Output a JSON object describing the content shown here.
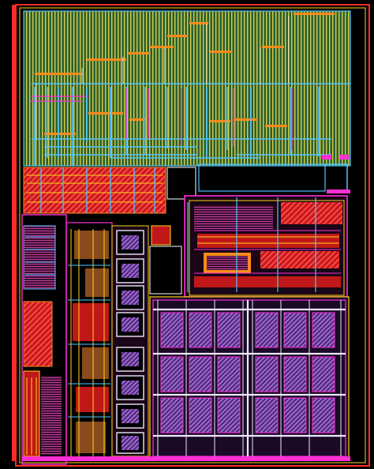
{
  "palette": {
    "background": "#000000",
    "die_outline": "#ff2a2a",
    "metal_green": "#2f6e3a",
    "metal_yellow": "#ffd21a",
    "metal_cyan": "#4fc3ff",
    "metal_red": "#ff2222",
    "metal_magenta": "#ff2fd6",
    "metal_purple": "#7a3cff",
    "metal_orange": "#ff8a1a",
    "metal_white": "#f0e6ff",
    "diffusion_brown": "#8a4b1c"
  },
  "blocks": [
    "top-logic-array",
    "mid-red-band",
    "left-io-column",
    "left-transistor-array",
    "cap-bank-column",
    "right-analog-block",
    "large-grid-array"
  ]
}
